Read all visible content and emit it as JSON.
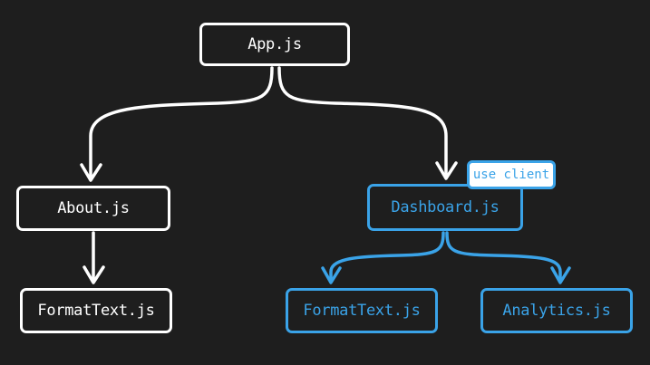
{
  "diagram": {
    "nodes": {
      "app": {
        "label": "App.js",
        "color": "#ffffff"
      },
      "about": {
        "label": "About.js",
        "color": "#ffffff"
      },
      "format_text_left": {
        "label": "FormatText.js",
        "color": "#ffffff"
      },
      "dashboard": {
        "label": "Dashboard.js",
        "color": "#3aa3e8"
      },
      "format_text_right": {
        "label": "FormatText.js",
        "color": "#3aa3e8"
      },
      "analytics": {
        "label": "Analytics.js",
        "color": "#3aa3e8"
      }
    },
    "badge": {
      "label": "use client",
      "color": "#3aa3e8",
      "background": "#ffffff"
    },
    "edges": [
      {
        "from": "App.js",
        "to": "About.js",
        "color": "#ffffff"
      },
      {
        "from": "App.js",
        "to": "Dashboard.js",
        "color": "#ffffff"
      },
      {
        "from": "About.js",
        "to": "FormatText.js",
        "color": "#ffffff"
      },
      {
        "from": "Dashboard.js",
        "to": "FormatText.js",
        "color": "#3aa3e8"
      },
      {
        "from": "Dashboard.js",
        "to": "Analytics.js",
        "color": "#3aa3e8"
      }
    ],
    "background": "#1e1e1e"
  }
}
